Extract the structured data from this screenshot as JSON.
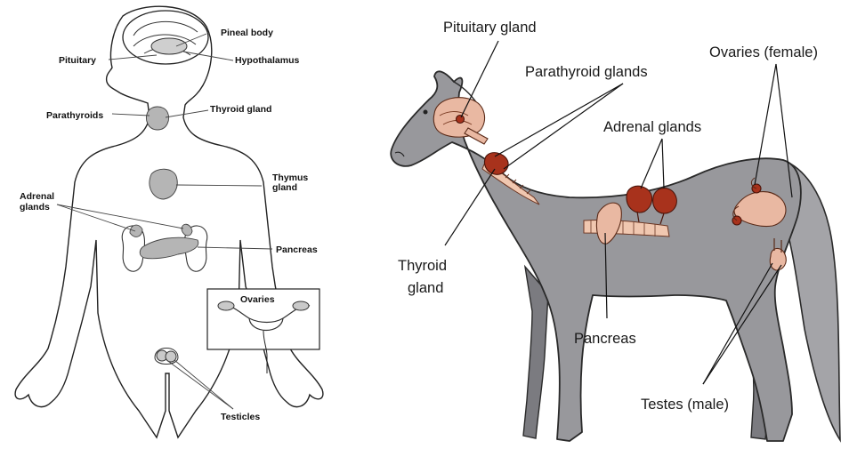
{
  "human": {
    "labels": {
      "pineal": "Pineal body",
      "pituitary": "Pituitary",
      "hypothalamus": "Hypothalamus",
      "parathyroids": "Parathyroids",
      "thyroid": "Thyroid gland",
      "thymus_1": "Thymus",
      "thymus_2": "gland",
      "adrenal_1": "Adrenal",
      "adrenal_2": "glands",
      "pancreas": "Pancreas",
      "ovaries": "Ovaries",
      "testicles": "Testicles"
    }
  },
  "horse": {
    "labels": {
      "pituitary": "Pituitary gland",
      "parathyroid": "Parathyroid glands",
      "adrenal": "Adrenal glands",
      "ovaries": "Ovaries (female)",
      "thyroid_1": "Thyroid",
      "thyroid_2": "gland",
      "pancreas": "Pancreas",
      "testes": "Testes (male)"
    }
  }
}
